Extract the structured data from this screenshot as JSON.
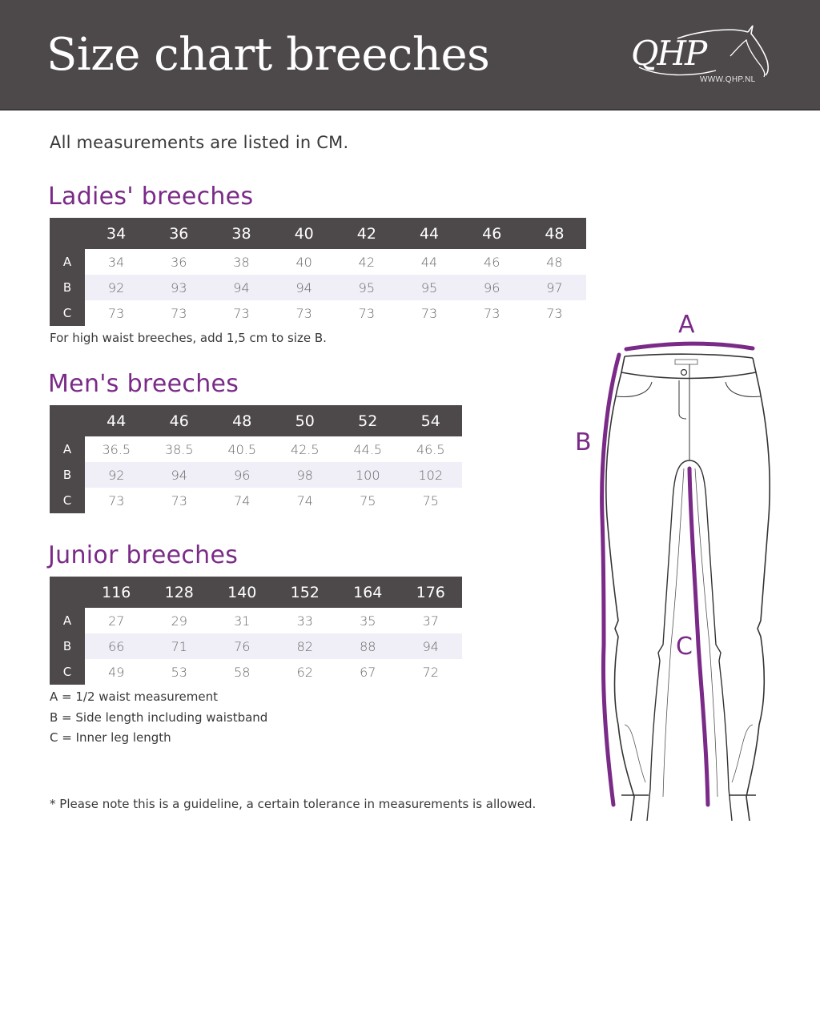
{
  "header": {
    "title": "Size chart breeches",
    "logo_text": "QHP",
    "logo_url_text": "WWW.QHP.NL",
    "background_color": "#4d4849"
  },
  "intro": "All measurements are listed in CM.",
  "accent_color": "#7a2a87",
  "ladies": {
    "title": "Ladies' breeches",
    "sizes": [
      "34",
      "36",
      "38",
      "40",
      "42",
      "44",
      "46",
      "48"
    ],
    "rows": [
      {
        "label": "A",
        "values": [
          "34",
          "36",
          "38",
          "40",
          "42",
          "44",
          "46",
          "48"
        ]
      },
      {
        "label": "B",
        "values": [
          "92",
          "93",
          "94",
          "94",
          "95",
          "95",
          "96",
          "97"
        ]
      },
      {
        "label": "C",
        "values": [
          "73",
          "73",
          "73",
          "73",
          "73",
          "73",
          "73",
          "73"
        ]
      }
    ],
    "note": "For high waist breeches, add 1,5 cm to size B."
  },
  "men": {
    "title": "Men's breeches",
    "sizes": [
      "44",
      "46",
      "48",
      "50",
      "52",
      "54"
    ],
    "rows": [
      {
        "label": "A",
        "values": [
          "36.5",
          "38.5",
          "40.5",
          "42.5",
          "44.5",
          "46.5"
        ]
      },
      {
        "label": "B",
        "values": [
          "92",
          "94",
          "96",
          "98",
          "100",
          "102"
        ]
      },
      {
        "label": "C",
        "values": [
          "73",
          "73",
          "74",
          "74",
          "75",
          "75"
        ]
      }
    ]
  },
  "junior": {
    "title": "Junior breeches",
    "sizes": [
      "116",
      "128",
      "140",
      "152",
      "164",
      "176"
    ],
    "rows": [
      {
        "label": "A",
        "values": [
          "27",
          "29",
          "31",
          "33",
          "35",
          "37"
        ]
      },
      {
        "label": "B",
        "values": [
          "66",
          "71",
          "76",
          "82",
          "88",
          "94"
        ]
      },
      {
        "label": "C",
        "values": [
          "49",
          "53",
          "58",
          "62",
          "67",
          "72"
        ]
      }
    ]
  },
  "legend": [
    "A = 1/2 waist measurement",
    "B = Side length including waistband",
    "C = Inner leg length"
  ],
  "disclaimer": "* Please note this is a guideline, a certain tolerance in measurements is allowed.",
  "diagram": {
    "label_a": "A",
    "label_b": "B",
    "label_c": "C"
  }
}
